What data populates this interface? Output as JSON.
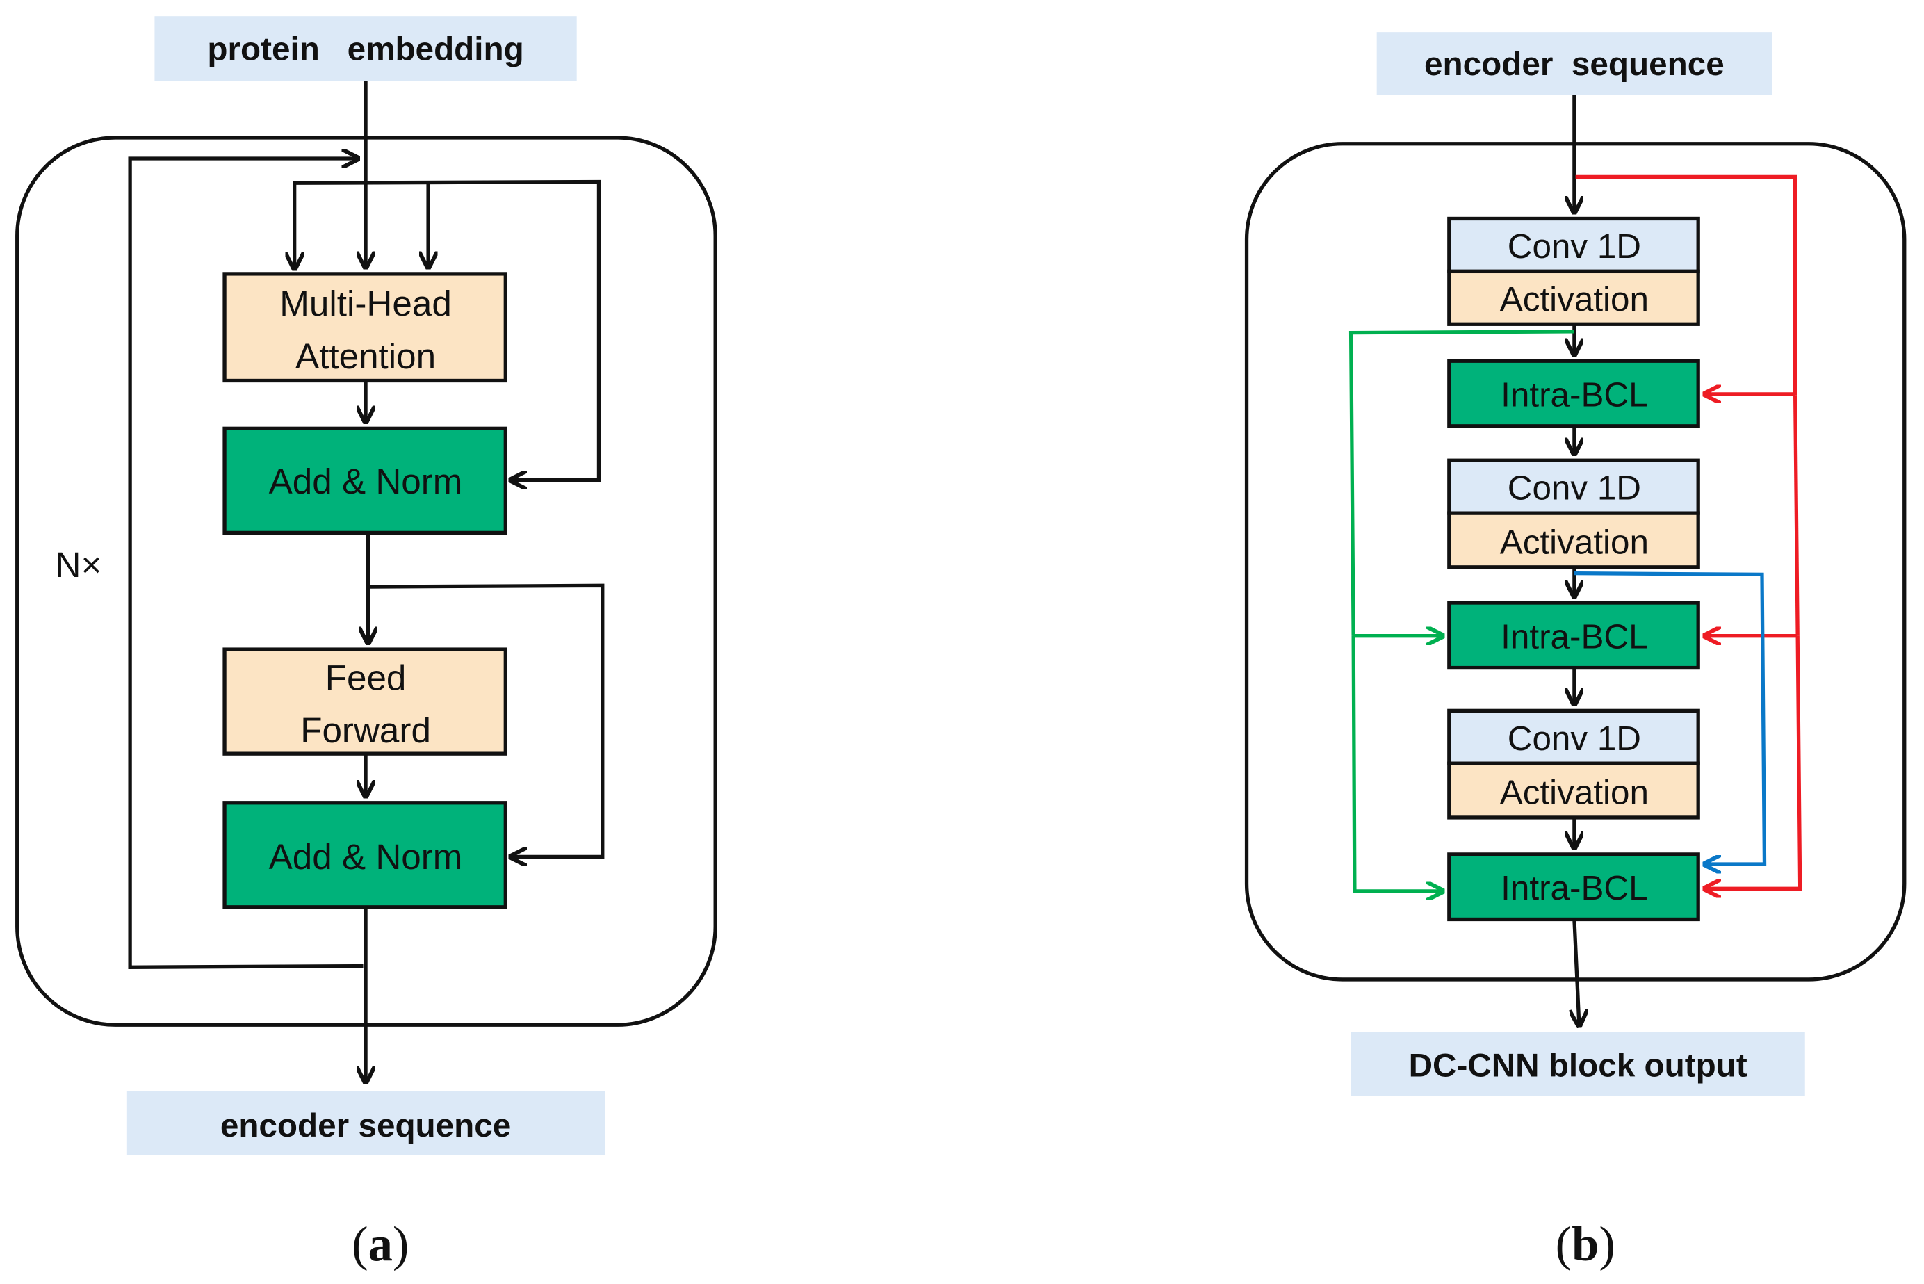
{
  "panel_a": {
    "input_label": "protein   embedding",
    "output_label": "encoder sequence",
    "repeat_label": "N×",
    "blocks": {
      "mha_line1": "Multi-Head",
      "mha_line2": "Attention",
      "addnorm1": "Add & Norm",
      "ff_line1": "Feed",
      "ff_line2": "Forward",
      "addnorm2": "Add & Norm"
    },
    "caption_letter": "a"
  },
  "panel_b": {
    "input_label": "encoder  sequence",
    "output_label": "DC-CNN block output",
    "conv_label": "Conv 1D",
    "activation_label": "Activation",
    "bcl_label": "Intra-BCL",
    "caption_letter": "b"
  },
  "caption": {
    "open": "(",
    "close": ")"
  },
  "colors": {
    "light_blue": "#dce9f7",
    "peach": "#fce4c4",
    "green": "#00b27a",
    "black": "#111111",
    "red": "#ee1c24",
    "green_line": "#00b050",
    "blue_line": "#0a78c8"
  }
}
